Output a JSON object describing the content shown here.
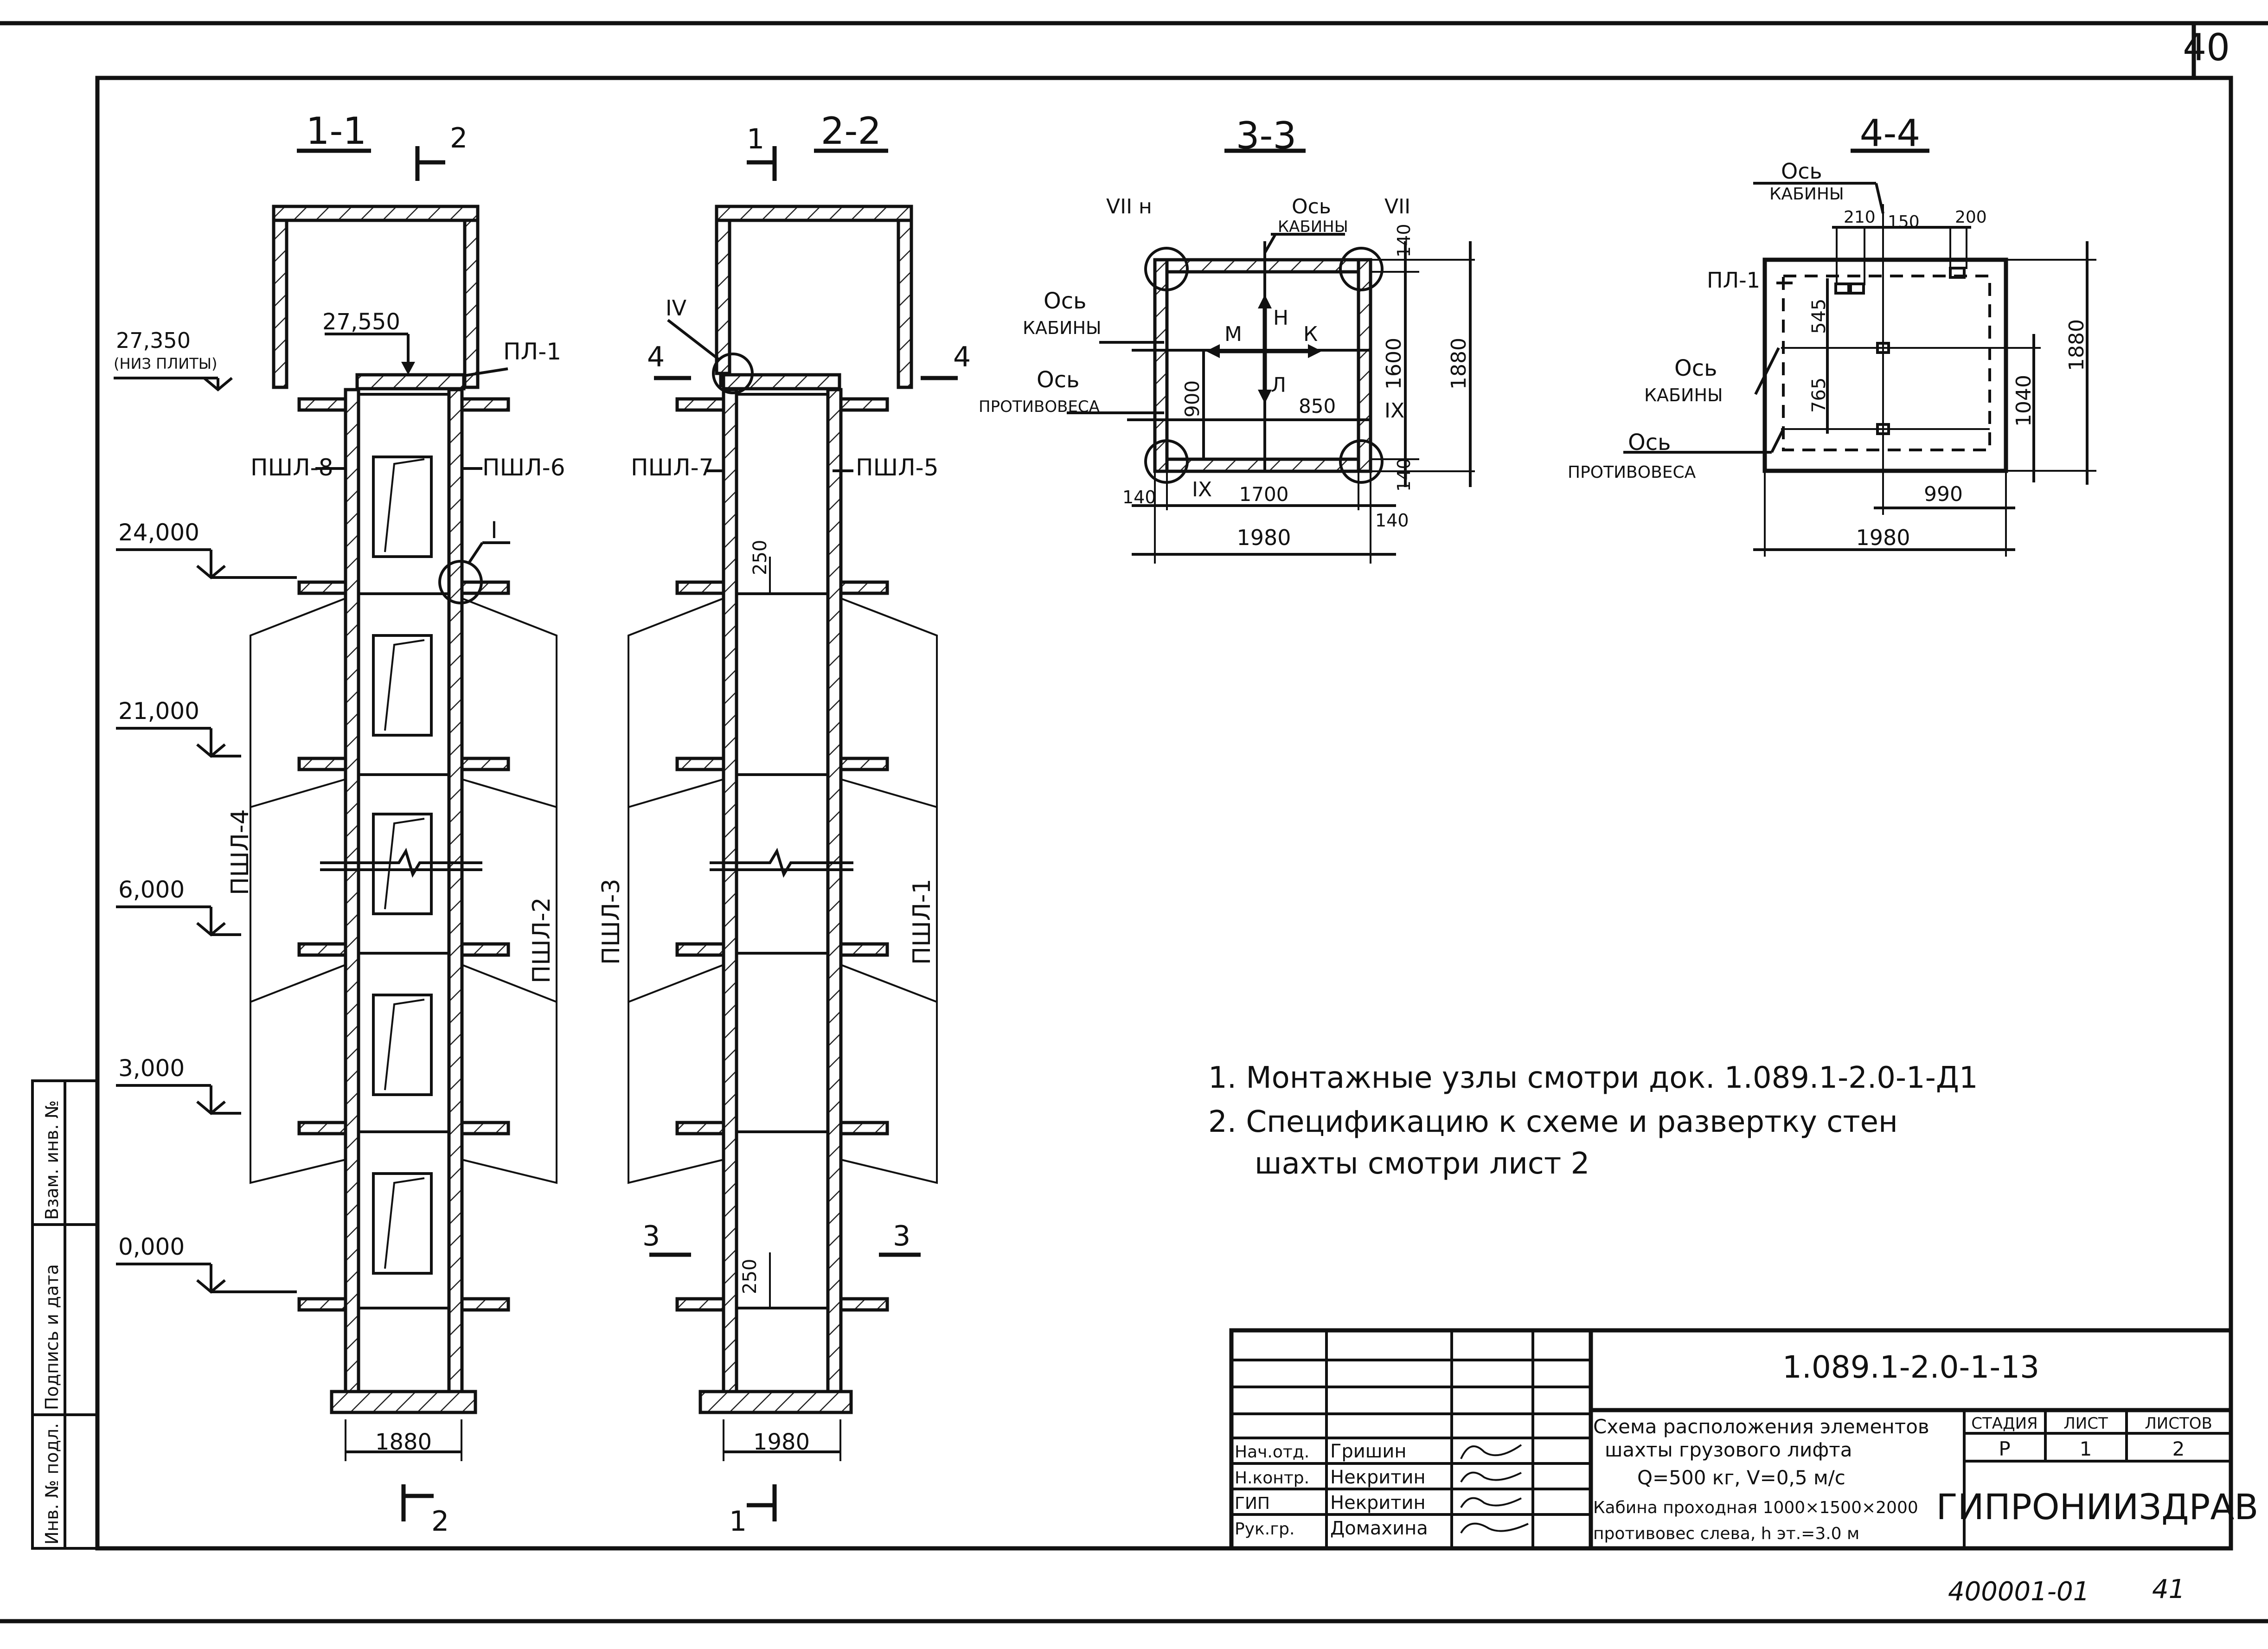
{
  "sheet_number": "40",
  "sections": {
    "s11": "1-1",
    "s22": "2-2",
    "s33": "3-3",
    "s44": "4-4",
    "mark2": "2",
    "mark1": "1",
    "mark4": "4",
    "mark3": "3"
  },
  "elevations": {
    "e27350": "27,350",
    "e27350_note": "(НИЗ ПЛИТЫ)",
    "e27550": "27,550",
    "e24000": "24,000",
    "e21000": "21,000",
    "e6000": "6,000",
    "e3000": "3,000",
    "e0000": "0,000"
  },
  "elements": {
    "pl1": "ПЛ-1",
    "pshl8": "ПШЛ-8",
    "pshl6": "ПШЛ-6",
    "pshl7": "ПШЛ-7",
    "pshl5": "ПШЛ-5",
    "pshl4": "ПШЛ-4",
    "pshl2": "ПШЛ-2",
    "pshl3": "ПШЛ-3",
    "pshl1": "ПШЛ-1"
  },
  "nodes": {
    "n1": "I",
    "n4": "IV",
    "n7": "VII",
    "n7n": "VII н",
    "n9": "IX"
  },
  "dims": {
    "d250": "250",
    "d1880": "1880",
    "d1980": "1980",
    "d140": "140",
    "d1700": "1700",
    "d900": "900",
    "d850": "850",
    "d1600": "1600",
    "d210": "210",
    "d150": "150",
    "d200": "200",
    "d545": "545",
    "d765": "765",
    "d1040": "1040",
    "d990": "990"
  },
  "labels": {
    "os": "Ось",
    "kabiny": "КАБИНЫ",
    "protivovesa": "ПРОТИВОВЕСА",
    "N": "Н",
    "M": "М",
    "K": "К",
    "L": "Л"
  },
  "notes": [
    "1.  Монтажные узлы смотри док. 1.089.1-2.0-1-Д1",
    "2.  Спецификацию к схеме  и развертку стен",
    "шахты смотри  лист 2"
  ],
  "title_block": {
    "doc_code": "1.089.1-2.0-1-13",
    "title_lines": [
      "Схема расположения элементов",
      "шахты грузового лифта",
      "Q=500 кг,  V=0,5 м/с",
      "Кабина проходная 1000×1500×2000",
      "противовес слева, h эт.=3.0 м"
    ],
    "stage_head": "СТАДИЯ",
    "sheet_head": "ЛИСТ",
    "sheets_head": "ЛИСТОВ",
    "stage": "Р",
    "sheet": "1",
    "sheets": "2",
    "org": "ГИПРОНИИЗДРАВ",
    "roles": [
      "Нач.отд.",
      "Н.контр.",
      "ГИП",
      "Рук.гр."
    ],
    "names": [
      "Гришин",
      "Некритин",
      "Некритин",
      "Домахина"
    ]
  },
  "side_stamp": [
    "Взам. инв. №",
    "Подпись и дата",
    "Инв. № подл."
  ],
  "footer_code": "400001-01",
  "footer_page": "41"
}
